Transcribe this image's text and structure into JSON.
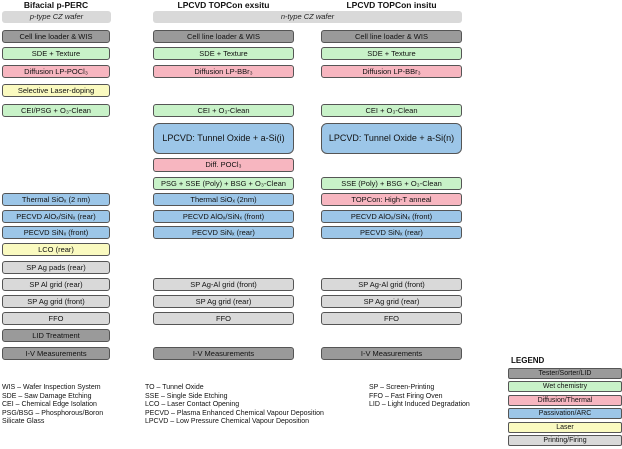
{
  "headers": {
    "col1": "Bifacial p-PERC",
    "col2": "LPCVD TOPCon exsitu",
    "col3": "LPCVD TOPCon insitu"
  },
  "wafers": {
    "p_type": "p-type CZ wafer",
    "n_type": "n-type CZ wafer"
  },
  "col1": [
    {
      "label": "Cell line loader & WIS",
      "category": "tester"
    },
    {
      "label": "SDE + Texture",
      "category": "wetchem"
    },
    {
      "label": "Diffusion LP-POCl₃",
      "category": "diffusion"
    },
    {
      "label": "Selective Laser-doping",
      "category": "laser"
    },
    {
      "label": "CEI/PSG + O₃-Clean",
      "category": "wetchem"
    },
    {
      "label": "Thermal SiOₓ (2 nm)",
      "category": "passiv"
    },
    {
      "label": "PECVD AlOₓ/SiNₓ (rear)",
      "category": "passiv"
    },
    {
      "label": "PECVD SiNₓ (front)",
      "category": "passiv"
    },
    {
      "label": "LCO (rear)",
      "category": "laser"
    },
    {
      "label": "SP Ag pads (rear)",
      "category": "printing"
    },
    {
      "label": "SP Al grid (rear)",
      "category": "printing"
    },
    {
      "label": "SP Ag grid (front)",
      "category": "printing"
    },
    {
      "label": "FFO",
      "category": "printing"
    },
    {
      "label": "LID Treatment",
      "category": "tester"
    },
    {
      "label": "I-V Measurements",
      "category": "tester"
    }
  ],
  "col2": [
    {
      "label": "Cell line loader & WIS",
      "category": "tester"
    },
    {
      "label": "SDE + Texture",
      "category": "wetchem"
    },
    {
      "label": "Diffusion LP-BBr₃",
      "category": "diffusion"
    },
    {
      "label": "CEI + O₃-Clean",
      "category": "wetchem"
    },
    {
      "label": "LPCVD: Tunnel Oxide + a-Si(i)",
      "category": "passiv"
    },
    {
      "label": "Diff. POCl₃",
      "category": "diffusion"
    },
    {
      "label": "PSG + SSE (Poly) + BSG + O₃-Clean",
      "category": "wetchem"
    },
    {
      "label": "Thermal SiOₓ (2nm)",
      "category": "passiv"
    },
    {
      "label": "PECVD AlOₓ/SiNₓ (front)",
      "category": "passiv"
    },
    {
      "label": "PECVD SiNₓ (rear)",
      "category": "passiv"
    },
    {
      "label": "SP Ag-Al grid (front)",
      "category": "printing"
    },
    {
      "label": "SP Ag grid (rear)",
      "category": "printing"
    },
    {
      "label": "FFO",
      "category": "printing"
    },
    {
      "label": "I-V Measurements",
      "category": "tester"
    }
  ],
  "col3": [
    {
      "label": "Cell line loader & WIS",
      "category": "tester"
    },
    {
      "label": "SDE + Texture",
      "category": "wetchem"
    },
    {
      "label": "Diffusion LP-BBr₃",
      "category": "diffusion"
    },
    {
      "label": "CEI + O₃-Clean",
      "category": "wetchem"
    },
    {
      "label": "LPCVD: Tunnel Oxide + a-Si(n)",
      "category": "passiv"
    },
    {
      "label": "SSE (Poly) + BSG + O₃-Clean",
      "category": "wetchem"
    },
    {
      "label": "TOPCon: High-T anneal",
      "category": "diffusion"
    },
    {
      "label": "PECVD AlOₓ/SiNₓ (front)",
      "category": "passiv"
    },
    {
      "label": "PECVD SiNₓ (rear)",
      "category": "passiv"
    },
    {
      "label": "SP Ag-Al grid (front)",
      "category": "printing"
    },
    {
      "label": "SP Ag grid (rear)",
      "category": "printing"
    },
    {
      "label": "FFO",
      "category": "printing"
    },
    {
      "label": "I-V Measurements",
      "category": "tester"
    }
  ],
  "abbreviations": {
    "col1": [
      "WIS – Wafer Inspection System",
      "SDE – Saw Damage Etching",
      "CEI – Chemical Edge Isolation",
      "PSG/BSG – Phosphorous/Boron",
      "Silicate Glass"
    ],
    "col2": [
      "TO – Tunnel Oxide",
      "SSE – Single Side Etching",
      "LCO – Laser Contact Opening",
      "PECVD – Plasma Enhanced Chemical Vapour Deposition",
      "LPCVD – Low Pressure Chemical Vapour Deposition"
    ],
    "col3": [
      "SP – Screen-Printing",
      "FFO – Fast Firing Oven",
      "LID – Light Induced Degradation"
    ]
  },
  "legend": {
    "title": "LEGEND",
    "items": [
      {
        "label": "Tester/Sorter/LID",
        "category": "tester"
      },
      {
        "label": "Wet chemistry",
        "category": "wetchem"
      },
      {
        "label": "Diffusion/Thermal",
        "category": "diffusion"
      },
      {
        "label": "Passivation/ARC",
        "category": "passiv"
      },
      {
        "label": "Laser",
        "category": "laser"
      },
      {
        "label": "Printing/Firing",
        "category": "printing"
      }
    ]
  }
}
